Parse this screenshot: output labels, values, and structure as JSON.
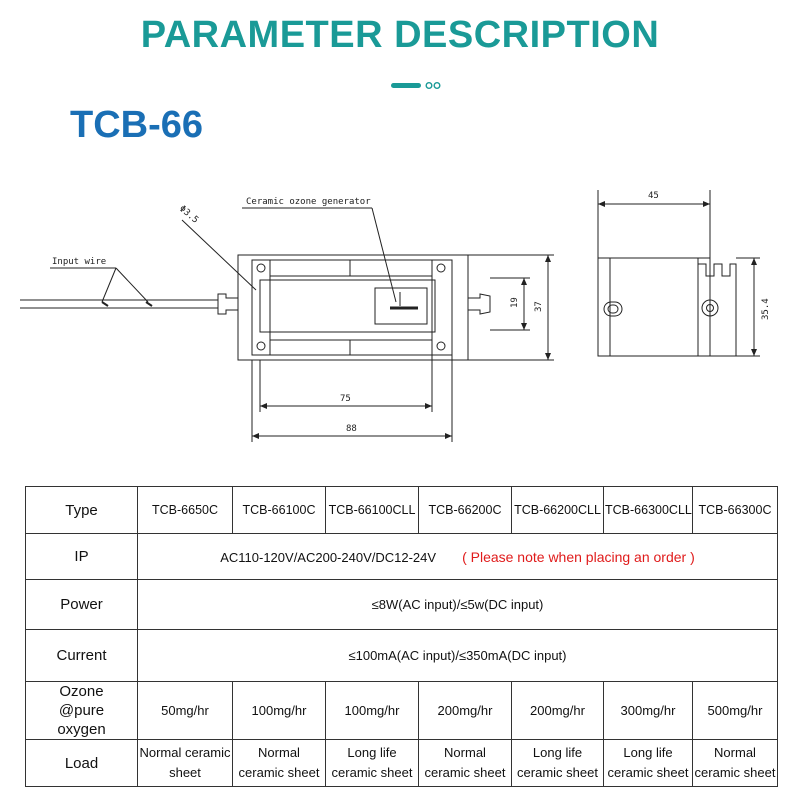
{
  "header": {
    "title": "PARAMETER DESCRIPTION",
    "model": "TCB-66",
    "title_color": "#1a9a97",
    "model_color": "#1a6fb5"
  },
  "drawing": {
    "labels": {
      "ceramic": "Ceramic ozone generator",
      "input_wire": "Input wire",
      "phi": "Φ3.5",
      "dim_75": "75",
      "dim_88": "88",
      "dim_19": "19",
      "dim_37": "37",
      "dim_45": "45",
      "dim_35_4": "35.4"
    }
  },
  "table": {
    "row_labels": {
      "type": "Type",
      "ip": "IP",
      "power": "Power",
      "current": "Current",
      "ozone": "Ozone @pure oxygen",
      "load": "Load"
    },
    "types": [
      "TCB-6650C",
      "TCB-66100C",
      "TCB-66100CLL",
      "TCB-66200C",
      "TCB-66200CLL",
      "TCB-66300CLL",
      "TCB-66300C"
    ],
    "ip_value": "AC110-120V/AC200-240V/DC12-24V",
    "ip_note": "( Please note when placing  an order )",
    "ip_note_color": "#e01b1b",
    "power_value": "≤8W(AC input)/≤5w(DC input)",
    "current_value": "≤100mA(AC input)/≤350mA(DC input)",
    "ozone_values": [
      "50mg/hr",
      "100mg/hr",
      "100mg/hr",
      "200mg/hr",
      "200mg/hr",
      "300mg/hr",
      "500mg/hr"
    ],
    "load_values": [
      "Normal ceramic sheet",
      "Normal ceramic sheet",
      "Long life ceramic sheet",
      "Normal ceramic sheet",
      "Long life ceramic sheet",
      "Long life ceramic sheet",
      "Normal ceramic sheet"
    ]
  }
}
